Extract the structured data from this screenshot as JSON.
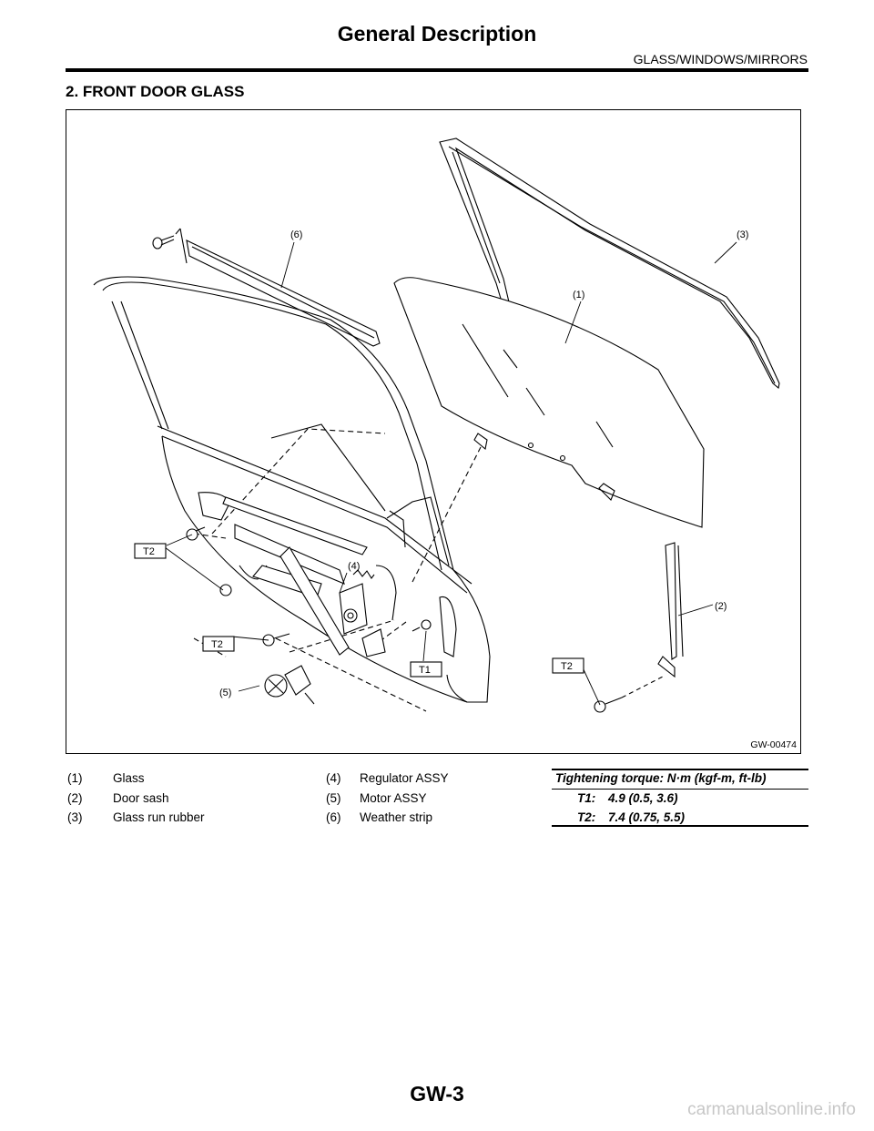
{
  "header": {
    "title": "General Description",
    "section": "GLASS/WINDOWS/MIRRORS"
  },
  "heading": "2.  FRONT DOOR GLASS",
  "figure": {
    "id": "GW-00474",
    "callouts": [
      "(1)",
      "(2)",
      "(3)",
      "(4)",
      "(5)",
      "(6)"
    ],
    "torque_tags": [
      "T1",
      "T2"
    ]
  },
  "legend": [
    {
      "num": "(1)",
      "label": "Glass"
    },
    {
      "num": "(2)",
      "label": "Door sash"
    },
    {
      "num": "(3)",
      "label": "Glass run rubber"
    },
    {
      "num": "(4)",
      "label": "Regulator ASSY"
    },
    {
      "num": "(5)",
      "label": "Motor ASSY"
    },
    {
      "num": "(6)",
      "label": "Weather strip"
    }
  ],
  "torque": {
    "title": "Tightening torque: N·m (kgf-m, ft-lb)",
    "rows": [
      {
        "key": "T1:",
        "value": "4.9 (0.5, 3.6)"
      },
      {
        "key": "T2:",
        "value": "7.4 (0.75, 5.5)"
      }
    ]
  },
  "footer": {
    "page": "GW-3",
    "watermark": "carmanualsonline.info"
  }
}
